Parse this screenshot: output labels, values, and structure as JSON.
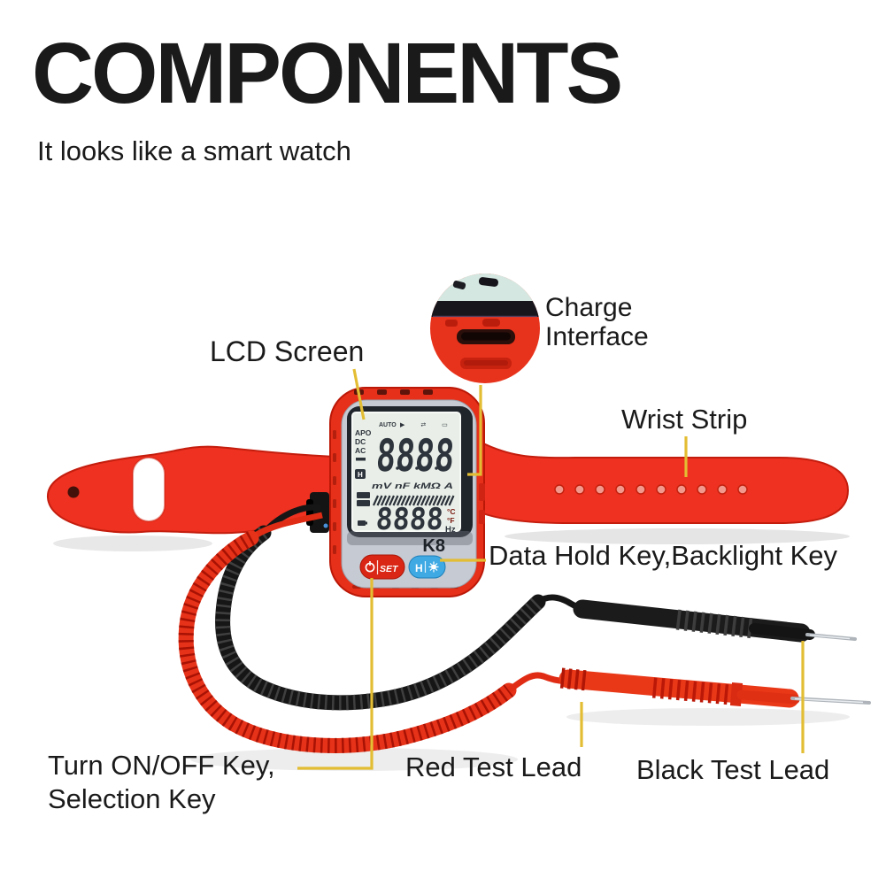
{
  "header": {
    "title": "COMPONENTS",
    "subtitle": "It looks like a smart watch"
  },
  "callouts": {
    "lcd_screen": "LCD Screen",
    "charge_line1": "Charge",
    "charge_line2": "Interface",
    "wrist_strip": "Wrist Strip",
    "data_hold_backlight": "Data Hold Key,Backlight Key",
    "onoff_line1": "Turn ON/OFF Key,",
    "onoff_line2": "Selection Key",
    "red_test_lead": "Red Test Lead",
    "black_test_lead": "Black Test Lead"
  },
  "device": {
    "model": "K8",
    "lcd": {
      "status_auto": "AUTO",
      "status_icons": "▶ ⇄ ▭",
      "apo": "APO",
      "dc": "DC",
      "ac": "AC",
      "hold_indicator": "H",
      "main_value": "8888",
      "units_row": "mV nF kMΩ A",
      "sub_value": "8888",
      "deg_c": "°C",
      "deg_f": "°F",
      "hz": "Hz"
    },
    "buttons": {
      "power_set": "SET",
      "hold_backlight": "H"
    }
  },
  "colors": {
    "body_red": "#e63019",
    "strap_red": "#ee3120",
    "callout_line": "#e3bd33",
    "blue_button": "#3fa9e4",
    "red_button": "#d92615",
    "lcd_bg": "#e9efe8",
    "label_text": "#1a1a1a"
  }
}
